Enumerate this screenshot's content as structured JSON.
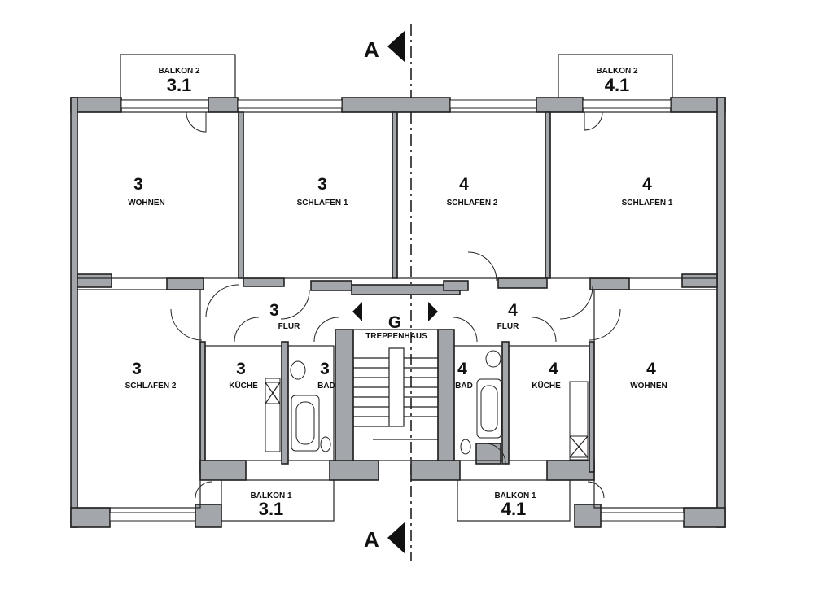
{
  "section_marks": {
    "top": "A",
    "bottom": "A"
  },
  "stair": {
    "code": "G",
    "name": "TREPPENHAUS"
  },
  "rooms": [
    {
      "id": "r3-wohnen",
      "number": "3",
      "name": "WOHNEN"
    },
    {
      "id": "r3-schlafen1",
      "number": "3",
      "name": "SCHLAFEN 1"
    },
    {
      "id": "r4-schlafen2",
      "number": "4",
      "name": "SCHLAFEN 2"
    },
    {
      "id": "r4-schlafen1",
      "number": "4",
      "name": "SCHLAFEN 1"
    },
    {
      "id": "r3-schlafen2",
      "number": "3",
      "name": "SCHLAFEN 2"
    },
    {
      "id": "r3-flur",
      "number": "3",
      "name": "FLUR"
    },
    {
      "id": "r4-flur",
      "number": "4",
      "name": "FLUR"
    },
    {
      "id": "r3-kueche",
      "number": "3",
      "name": "KÜCHE"
    },
    {
      "id": "r3-bad",
      "number": "3",
      "name": "BAD"
    },
    {
      "id": "r4-bad",
      "number": "4",
      "name": "BAD"
    },
    {
      "id": "r4-kueche",
      "number": "4",
      "name": "KÜCHE"
    },
    {
      "id": "r4-wohnen",
      "number": "4",
      "name": "WOHNEN"
    }
  ],
  "balconies": [
    {
      "id": "balk2-3",
      "name": "BALKON 2",
      "number": "3.1"
    },
    {
      "id": "balk2-4",
      "name": "BALKON 2",
      "number": "4.1"
    },
    {
      "id": "balk1-3",
      "name": "BALKON 1",
      "number": "3.1"
    },
    {
      "id": "balk1-4",
      "name": "BALKON 1",
      "number": "4.1"
    }
  ]
}
